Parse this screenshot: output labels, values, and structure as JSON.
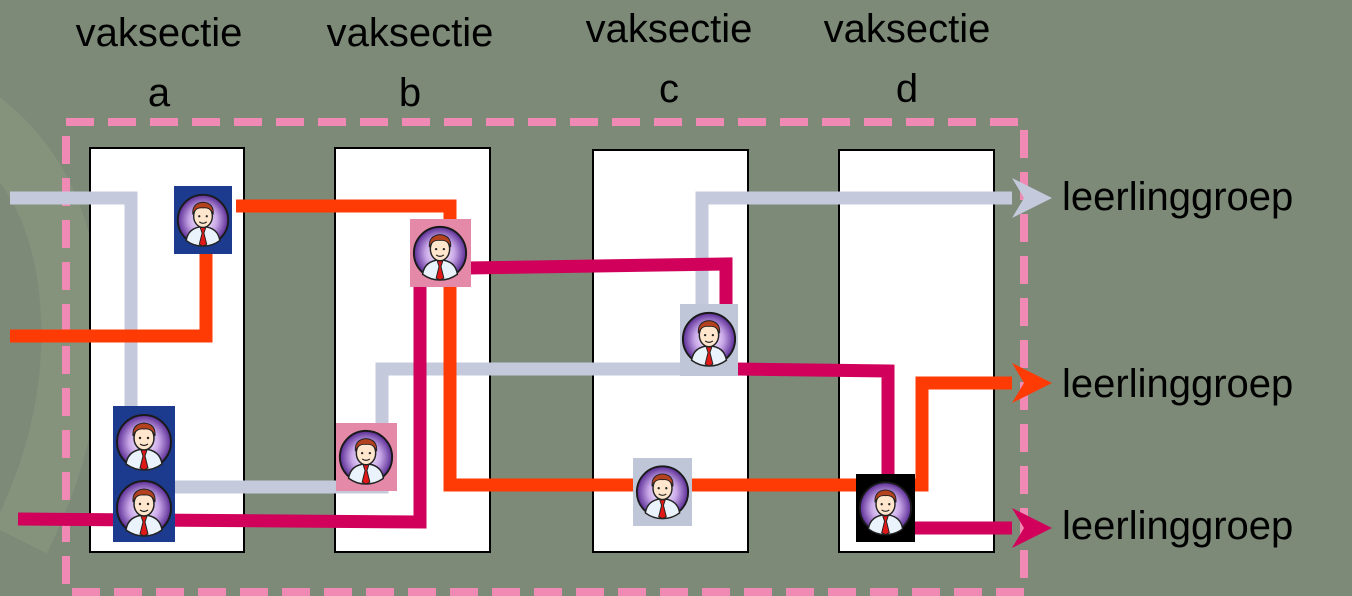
{
  "sections": [
    {
      "label": "vaksectie",
      "letter": "a"
    },
    {
      "label": "vaksectie",
      "letter": "b"
    },
    {
      "label": "vaksectie",
      "letter": "c"
    },
    {
      "label": "vaksectie",
      "letter": "d"
    }
  ],
  "outputs": [
    {
      "label": "leerlinggroep",
      "color": "#c4cadc"
    },
    {
      "label": "leerlinggroep",
      "color": "#ff3b05"
    },
    {
      "label": "leerlinggroep",
      "color": "#d1005a"
    }
  ],
  "colors": {
    "background": "#7d8a78",
    "frame": "#f08ab4",
    "route_grey": "#c4cadc",
    "route_orange": "#ff3b05",
    "route_magenta": "#d1005a"
  },
  "icons": [
    "teacher-icon"
  ]
}
